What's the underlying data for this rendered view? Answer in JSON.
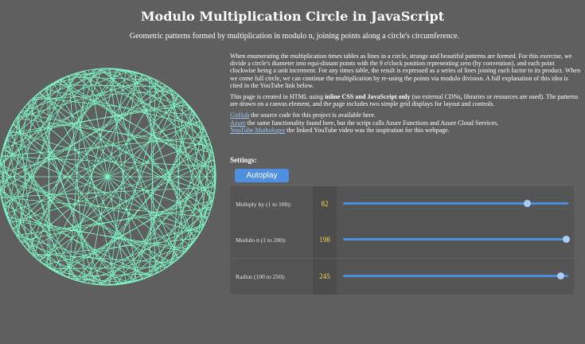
{
  "header": {
    "title": "Modulo Multiplication Circle in JavaScript",
    "subtitle": "Geometric patterns formed by multiplication in modulo n, joining points along a circle's circumference."
  },
  "description": {
    "para1": "When enumerating the multiplication times tables as lines in a circle, strange and beautiful patterns are formed. For this exercise, we divide a circle's diameter into equi-distant points with the 9 o'clock position representing zero (by convention), and each point clockwise being a unit increment. For any times table, the result is expressed as a series of lines joining each factor to its product. When we come full circle, we can continue the multiplication by re-using the points via modulo division. A full explanation of this idea is cited in the YouTube link below.",
    "para2_pre": "This page is created in HTML using ",
    "para2_bold": "inline CSS and JavaScript only",
    "para2_post": " (no external CDNs, libraries or resources are used). The patterns are drawn on a canvas element, and the page includes two simple grid displays for layout and controls.",
    "links": [
      {
        "label": "GitHub",
        "text": " the source code for this project is available here."
      },
      {
        "label": "Azure",
        "text": " the same functionality found here, but the script calls Azure Functions and Azure Cloud Services."
      },
      {
        "label": "YouTube Mathologer",
        "text": " the linked YouTube video was the inspiration for this webpage."
      }
    ]
  },
  "settings": {
    "label": "Settings:",
    "autoplay_label": "Autoplay",
    "sliders": [
      {
        "label": "Multiply by (1 to 100):",
        "value": "82",
        "min": 1,
        "max": 100,
        "current": 82
      },
      {
        "label": "Modulo n (1 to 200):",
        "value": "198",
        "min": 1,
        "max": 200,
        "current": 198
      },
      {
        "label": "Radius (100 to 250):",
        "value": "245",
        "min": 100,
        "max": 250,
        "current": 245
      }
    ]
  },
  "colors": {
    "line": "#7ff2c6",
    "background": "#5f5f5f",
    "value_text": "#f0dc5a",
    "accent": "#4a8ee0"
  }
}
